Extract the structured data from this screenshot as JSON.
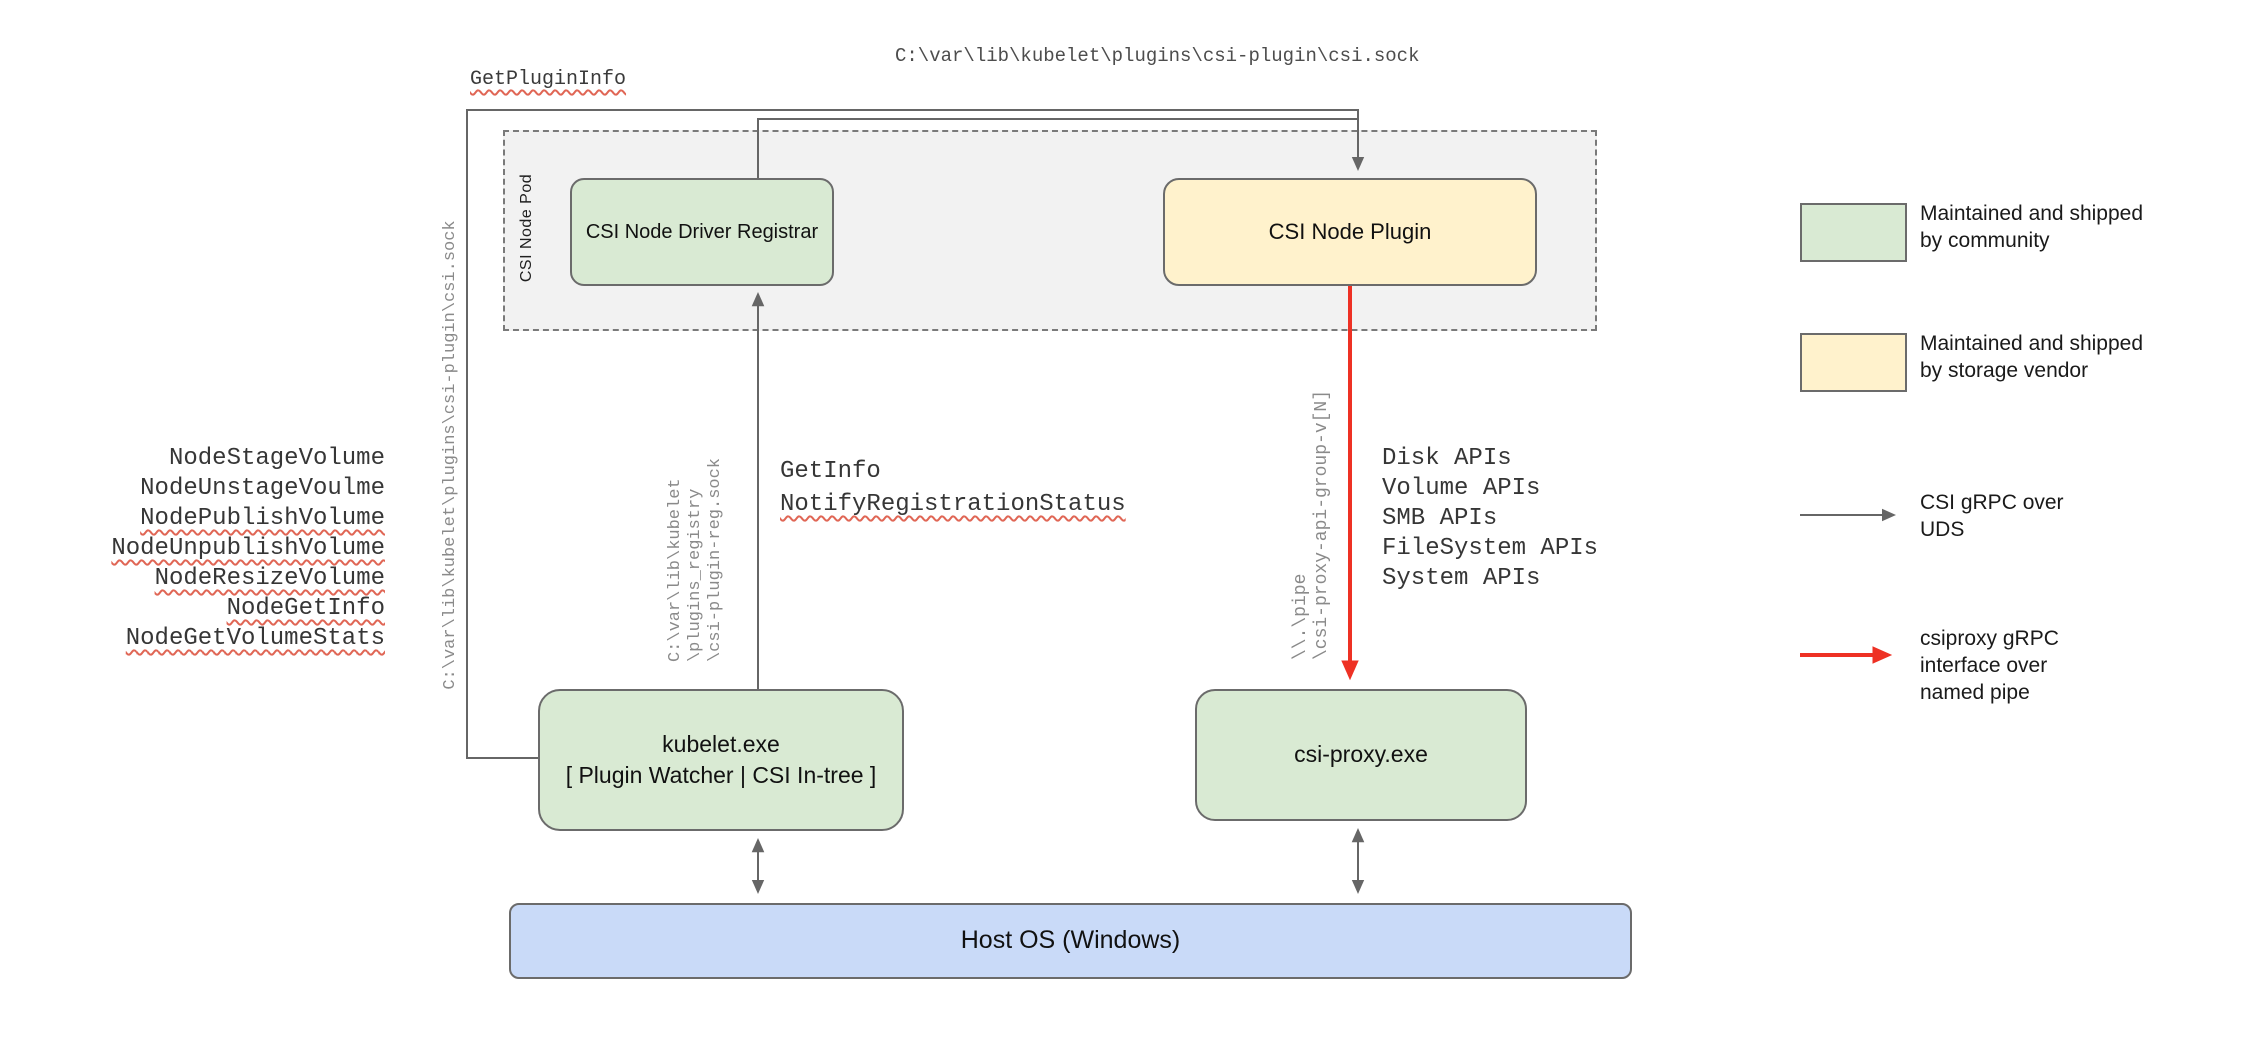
{
  "diagram": {
    "labels": {
      "pod_label": "CSI Node Pod",
      "get_plugin_info": "GetPluginInfo",
      "csi_sock_top": "C:\\var\\lib\\kubelet\\plugins\\csi-plugin\\csi.sock",
      "csi_sock_left": "C:\\var\\lib\\kubelet\\plugins\\csi-plugin\\csi.sock",
      "reg_sock": "C:\\var\\lib\\kubelet\n\\plugins_registry\n\\csi-plugin-reg.sock",
      "get_info": "GetInfo",
      "notify_registration_status": "NotifyRegistrationStatus",
      "named_pipe": "\\\\.\\pipe\n\\csi-proxy-api-group-v[N]"
    },
    "node_rpcs": [
      "NodeStageVolume",
      "NodeUnstageVoulme",
      "NodePublishVolume",
      "NodeUnpublishVolume",
      "NodeResizeVolume",
      "NodeGetInfo",
      "NodeGetVolumeStats"
    ],
    "proxy_apis": [
      "Disk APIs",
      "Volume APIs",
      "SMB APIs",
      "FileSystem APIs",
      "System APIs"
    ],
    "boxes": {
      "registrar": "CSI Node Driver Registrar",
      "plugin": "CSI Node Plugin",
      "kubelet": "kubelet.exe\n[ Plugin Watcher | CSI In-tree ]",
      "csi_proxy": "csi-proxy.exe",
      "host_os": "Host OS (Windows)"
    },
    "legend": [
      {
        "swatch": "community-green",
        "label": "Maintained and shipped\nby community"
      },
      {
        "swatch": "vendor-yellow",
        "label": "Maintained and shipped\nby storage vendor"
      },
      {
        "swatch": "gray-arrow",
        "label": "CSI gRPC over\nUDS"
      },
      {
        "swatch": "red-arrow",
        "label": "csiproxy gRPC\ninterface over\nnamed pipe"
      }
    ],
    "colors": {
      "community_green": "#d9ead3",
      "vendor_yellow": "#fff2cc",
      "host_blue": "#c9daf8",
      "pod_gray": "#f2f2f2",
      "line_gray": "#666666",
      "pipe_red": "#ee3124",
      "squiggle_red": "#e06655"
    }
  }
}
